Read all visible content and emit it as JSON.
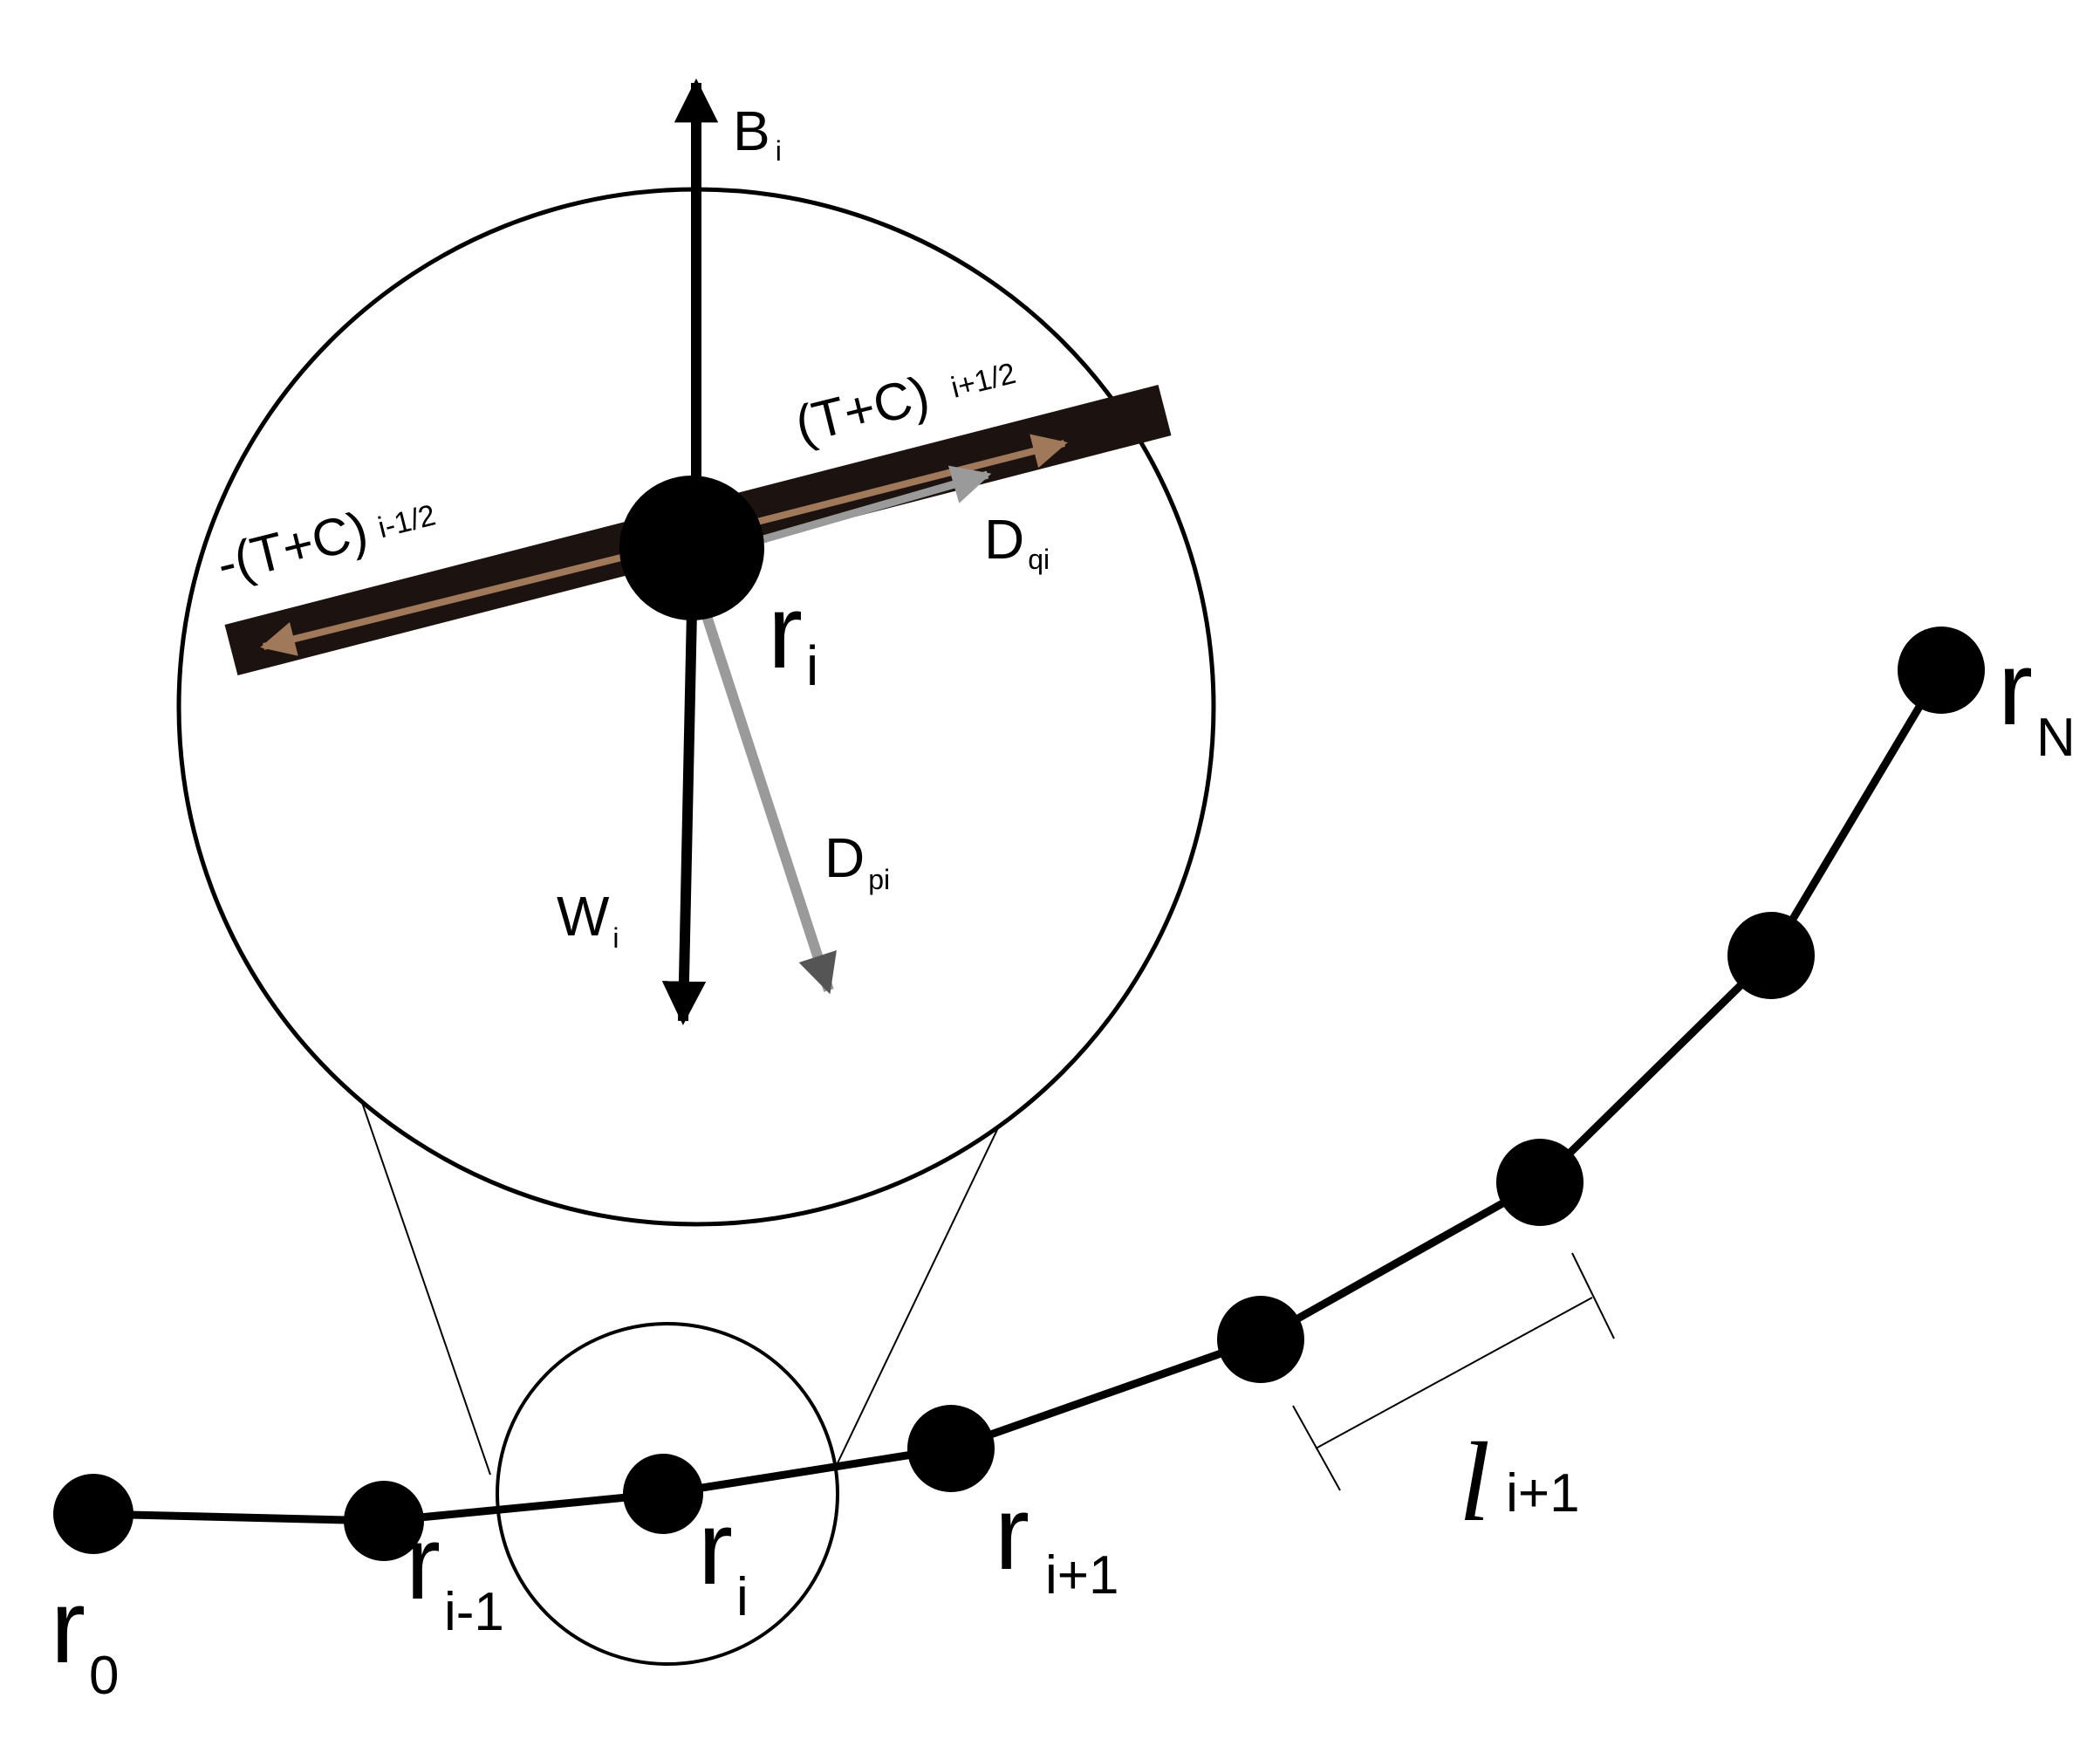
{
  "chain_nodes": {
    "r0": {
      "base": "r",
      "sub": "0"
    },
    "rim1": {
      "base": "r",
      "sub": "i-1"
    },
    "ri": {
      "base": "r",
      "sub": "i"
    },
    "rip1": {
      "base": "r",
      "sub": "i+1"
    },
    "rN": {
      "base": "r",
      "sub": "N"
    }
  },
  "segment_length": {
    "base": "l",
    "sub": "i+1"
  },
  "zoom": {
    "node": {
      "base": "r",
      "sub": "i"
    },
    "forces": {
      "buoyancy": {
        "base": "B",
        "sub": "i"
      },
      "weight": {
        "base": "W",
        "sub": "i"
      },
      "drag_normal": {
        "base": "D",
        "sub": "pi"
      },
      "drag_tangent": {
        "base": "D",
        "sub": "qi"
      },
      "tension_forward": {
        "base": "(T+C)",
        "sub": "i+1/2"
      },
      "tension_back": {
        "base": "-(T+C)",
        "sub": "i-1/2"
      }
    }
  },
  "colors": {
    "line": "#000000",
    "tension_arrow": "#a0785a",
    "drag_arrow": "#9a9a9a",
    "drag_arrow_head": "#555555"
  }
}
